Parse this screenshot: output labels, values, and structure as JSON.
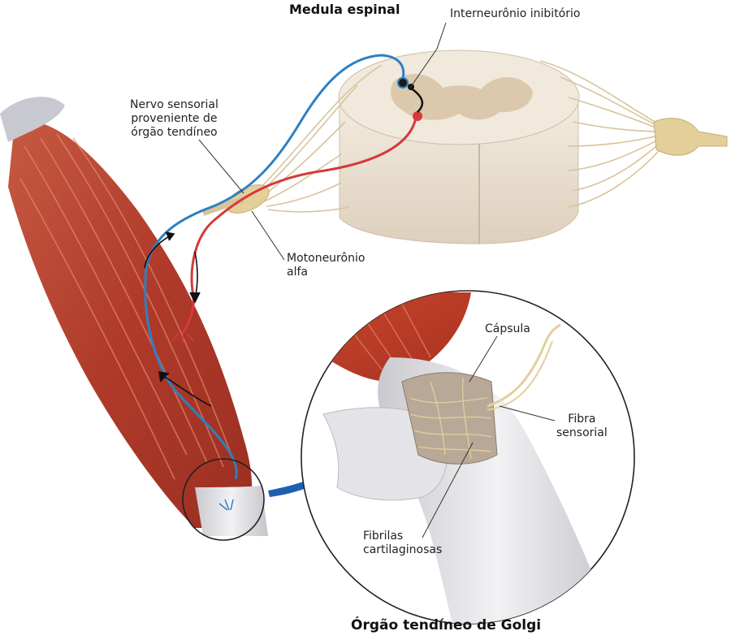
{
  "title_spinal_cord": "Medula espinal",
  "title_organ": "Órgão tendíneo de Golgi",
  "labels": {
    "interneuron": "Interneurônio inibitório",
    "sensory_nerve": [
      "Nervo sensorial",
      "proveniente de",
      "órgão tendíneo"
    ],
    "motoneuron": [
      "Motoneurônio",
      "alfa"
    ],
    "capsule": "Cápsula",
    "sensory_fiber": [
      "Fibra",
      "sensorial"
    ],
    "fibrils": [
      "Fibrilas",
      "cartilaginosas"
    ]
  },
  "colors": {
    "sensory_nerve": "#2f7fc1",
    "motor_nerve": "#d63a3a",
    "muscle": "#b8402c",
    "spinal_white_matter": "#efe6d7",
    "spinal_gray_matter": "#dcc8ad",
    "nerve_fibers": "#d8c49a",
    "tendon": "#d8d8dc",
    "arrow_highlight": "#1f5fb0"
  },
  "icons": {
    "flow_arrows": "arrow-icon",
    "zoom_arrow": "zoom-arrow-icon"
  }
}
